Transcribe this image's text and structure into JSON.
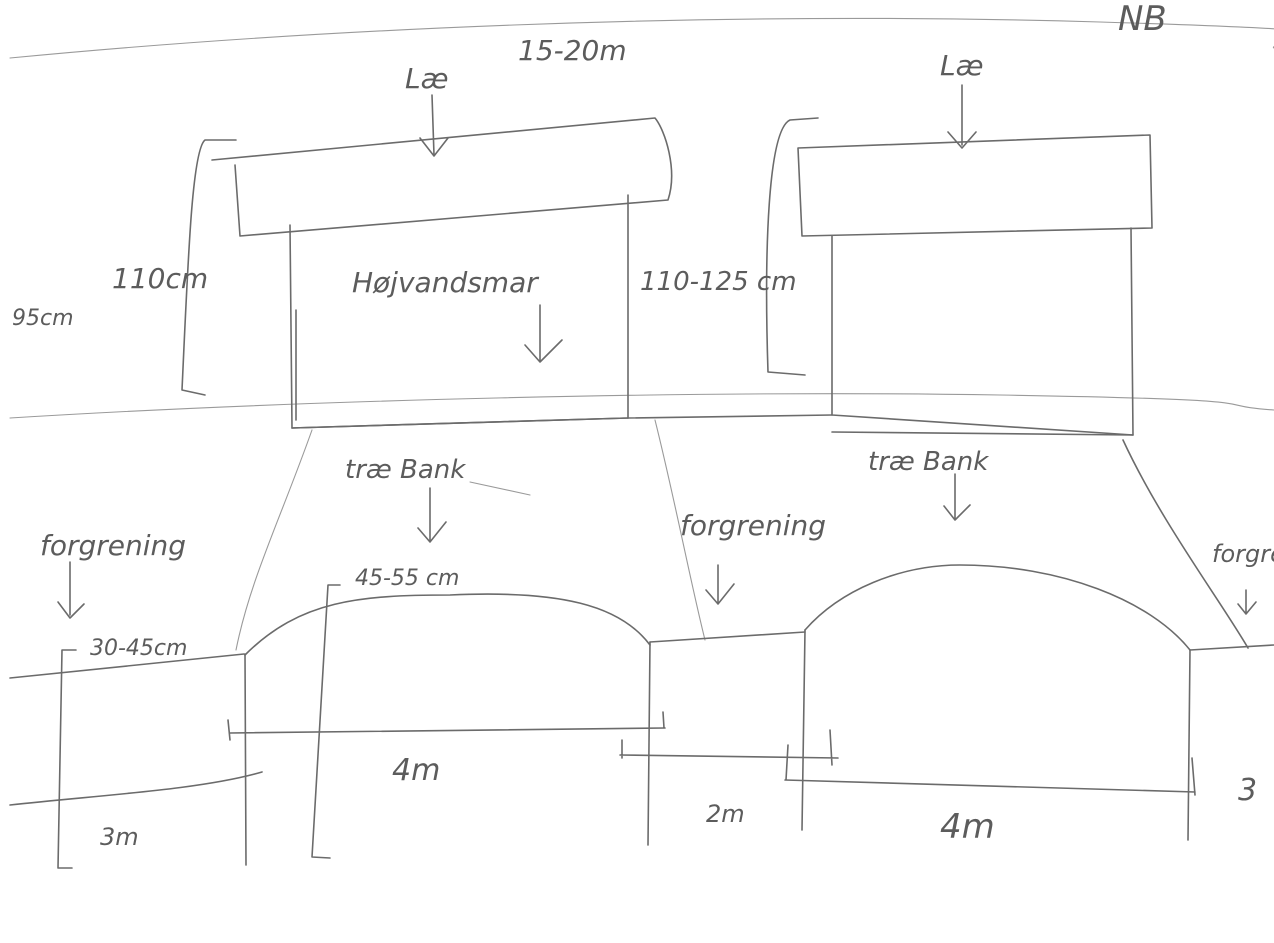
{
  "sheet": {
    "corner_mark": "NB",
    "total_depth": "15-20m",
    "lee_label": "Læ",
    "height_left_main": "110cm",
    "height_left_outer": "95cm",
    "height_middle": "110-125 cm",
    "high_water_label": "Højvandsmar",
    "bank_label": "træ Bank",
    "branching_label": "forgrening",
    "bank_height": "45-55 cm",
    "small_height": "30-45cm",
    "width_3m": "3m",
    "width_4m": "4m",
    "width_2m": "2m",
    "width_3m_right": "3"
  },
  "colors": {
    "paper": "#ffffff",
    "pencil": "#6b6b6b"
  }
}
